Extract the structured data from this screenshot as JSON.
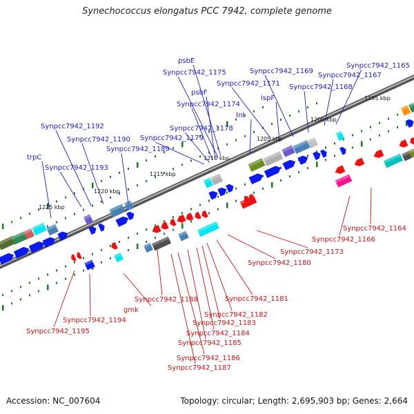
{
  "title": "Synechococcus elongatus PCC 7942, complete genome",
  "footer": {
    "accession": "Accession: NC_007604",
    "summary": "Topology: circular; Length: 2,695,903 bp; Genes: 2,664"
  },
  "colors": {
    "label_top": "#1a1ad6",
    "label_bottom": "#cc1111",
    "forward_gene": "#0a1aee",
    "reverse_gene": "#ee1111",
    "backbone": "#777777",
    "tick_major": "#1a7a1a"
  },
  "scale_labels": [
    "1195 kbp",
    "1200 kbp",
    "1205 kbp",
    "1210 kbp",
    "1215 kbp",
    "1220 kbp",
    "1225 kbp"
  ],
  "top_labels": [
    "Synpcc7942_1165",
    "Synpcc7942_1167",
    "Synpcc7942_1169",
    "Synpcc7942_1168",
    "Synpcc7942_1171",
    "ispF",
    "Int",
    "psbE",
    "Synpcc7942_1175",
    "psbF",
    "Synpcc7942_1174",
    "Synpcc7942_1178",
    "Synpcc7942_1179",
    "Synpcc7942_1192",
    "Synpcc7942_1190",
    "Synpcc7942_1189",
    "trpC",
    "Synpcc7942_1193"
  ],
  "bottom_labels": [
    "Synpcc7942_1164",
    "Synpcc7942_1166",
    "Synpcc7942_1173",
    "Synpcc7942_1180",
    "Synpcc7942_1181",
    "Synpcc7942_1182",
    "Synpcc7942_1183",
    "Synpcc7942_1184",
    "Synpcc7942_1185",
    "Synpcc7942_1186",
    "Synpcc7942_1187",
    "Synpcc7942_1188",
    "gmk",
    "Synpcc7942_1194",
    "Synpcc7942_1195"
  ]
}
